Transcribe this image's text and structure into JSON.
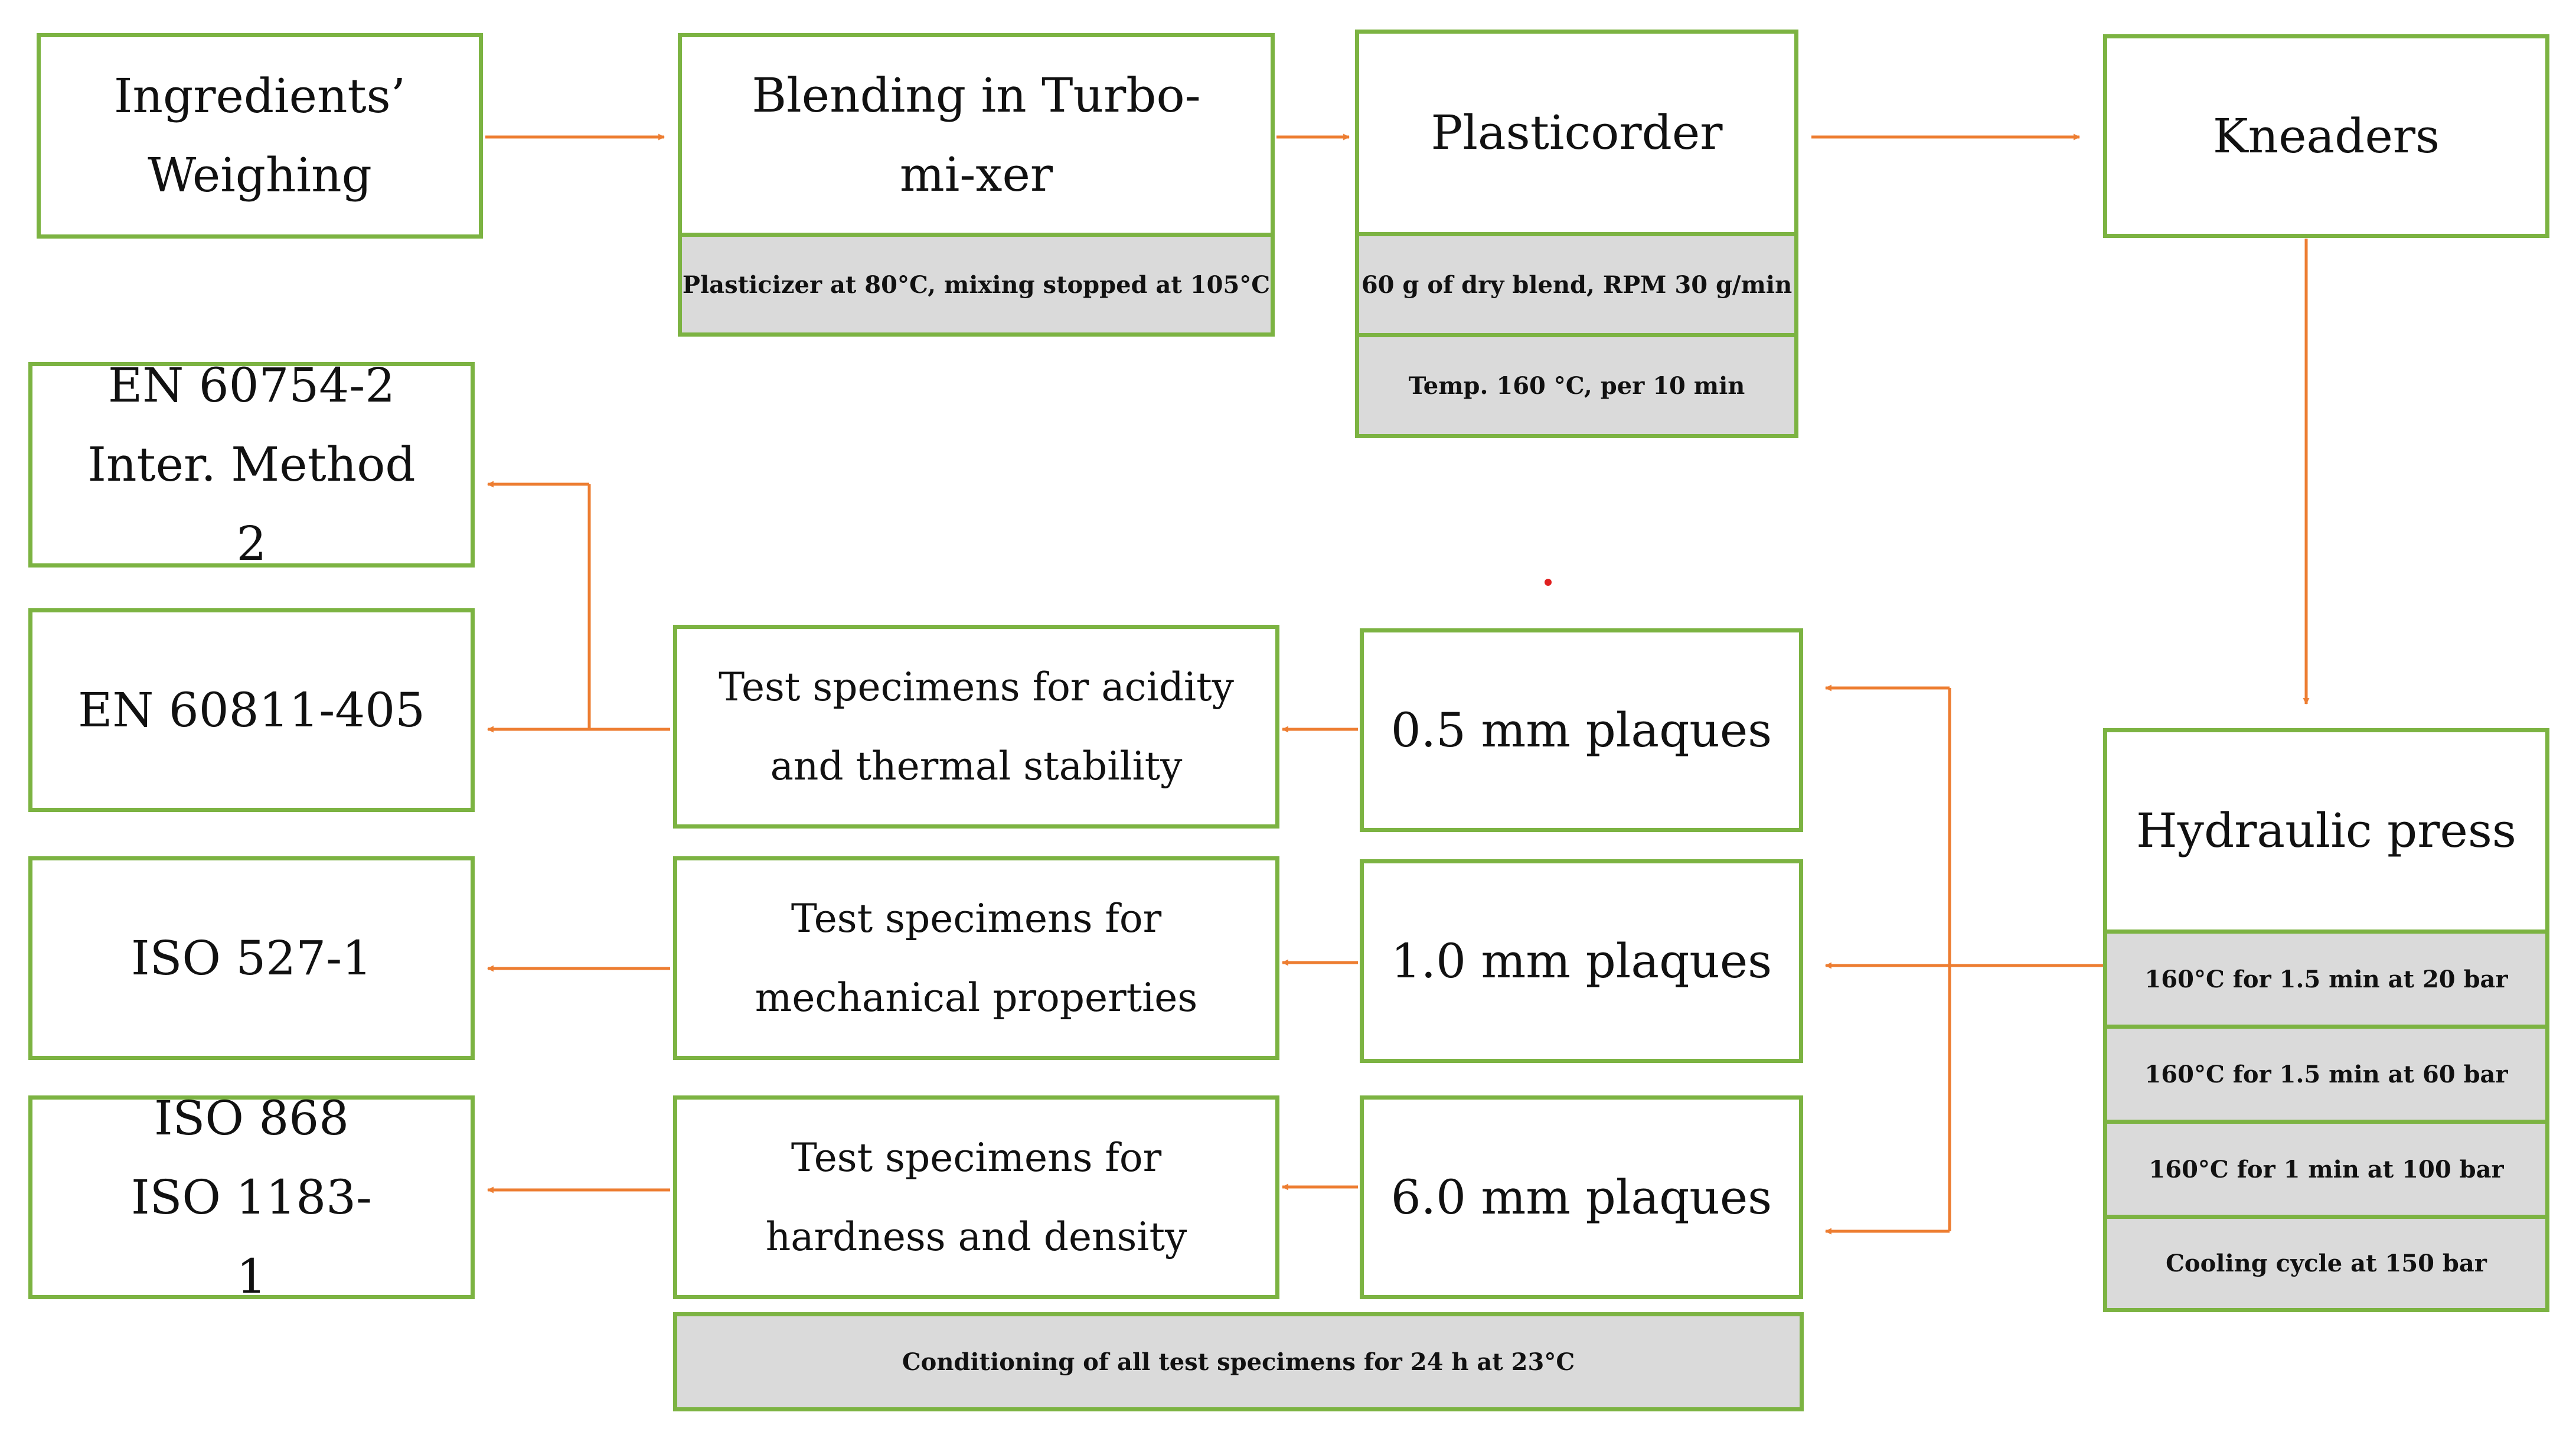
{
  "colors": {
    "border": "#7cb342",
    "arrow": "#ed7d31",
    "fill": "#dadada"
  },
  "boxes": {
    "weighing": "Ingredients’ Weighing",
    "blending": "Blending in Turbo-mi-xer",
    "plasticorder": "Plasticorder",
    "kneaders": "Kneaders",
    "hydraulic": "Hydraulic press",
    "en60754": "EN 60754-2 Inter. Method 2",
    "en60811": "EN 60811-405",
    "iso527": "ISO 527-1",
    "iso868": "ISO 868 ISO 1183-1",
    "ts_acidity": "Test specimens for acidity and thermal stability",
    "ts_mechanical": "Test specimens for mechanical properties",
    "ts_hardness": "Test specimens for hardness and density",
    "plaque05": "0.5 mm plaques",
    "plaque10": "1.0 mm plaques",
    "plaque60": "6.0 mm plaques"
  },
  "notes": {
    "blending": "Plasticizer at 80°C, mixing stopped at 105°C",
    "plasticorder_1": "60 g of dry blend, RPM 30 g/min",
    "plasticorder_2": "Temp. 160 °C, per 10 min",
    "press_1": "160°C for 1.5 min at 20 bar",
    "press_2": "160°C for 1.5 min at 60 bar",
    "press_3": "160°C for 1 min at 100 bar",
    "press_4": "Cooling cycle at 150 bar",
    "conditioning": "Conditioning of all test specimens for 24 h at 23°C"
  }
}
